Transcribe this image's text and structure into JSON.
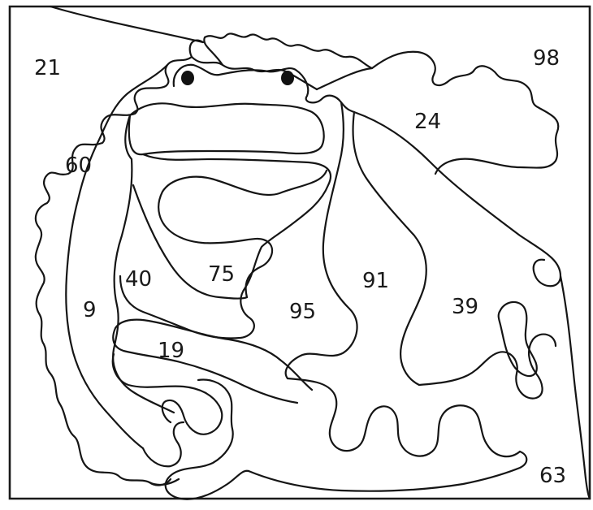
{
  "region_labels": [
    {
      "id": "r21",
      "text": "21"
    },
    {
      "id": "r98",
      "text": "98"
    },
    {
      "id": "r24",
      "text": "24"
    },
    {
      "id": "r60",
      "text": "60"
    },
    {
      "id": "r40",
      "text": "40"
    },
    {
      "id": "r75",
      "text": "75"
    },
    {
      "id": "r91",
      "text": "91"
    },
    {
      "id": "r9",
      "text": "9"
    },
    {
      "id": "r95",
      "text": "95"
    },
    {
      "id": "r39",
      "text": "39"
    },
    {
      "id": "r19",
      "text": "19"
    },
    {
      "id": "r63",
      "text": "63"
    }
  ]
}
